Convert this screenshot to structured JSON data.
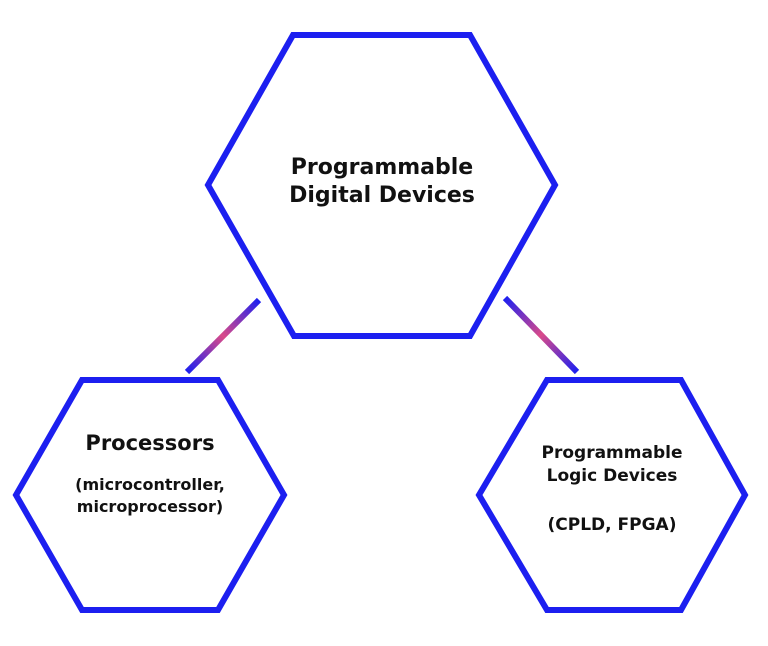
{
  "colors": {
    "hex_stroke": "#1c1ff0",
    "connector_end": "#1c1ff0",
    "connector_mid": "#d94a8a",
    "text": "#111111",
    "background": "#ffffff"
  },
  "nodes": {
    "root": {
      "title_line1": "Programmable",
      "title_line2": "Digital Devices"
    },
    "processors": {
      "title": "Processors",
      "sub_line1": "(microcontroller,",
      "sub_line2": "microprocessor)"
    },
    "pld": {
      "title_line1": "Programmable",
      "title_line2": "Logic Devices",
      "sub": "(CPLD, FPGA)"
    }
  },
  "edges": [
    {
      "from": "root",
      "to": "processors"
    },
    {
      "from": "root",
      "to": "pld"
    }
  ]
}
